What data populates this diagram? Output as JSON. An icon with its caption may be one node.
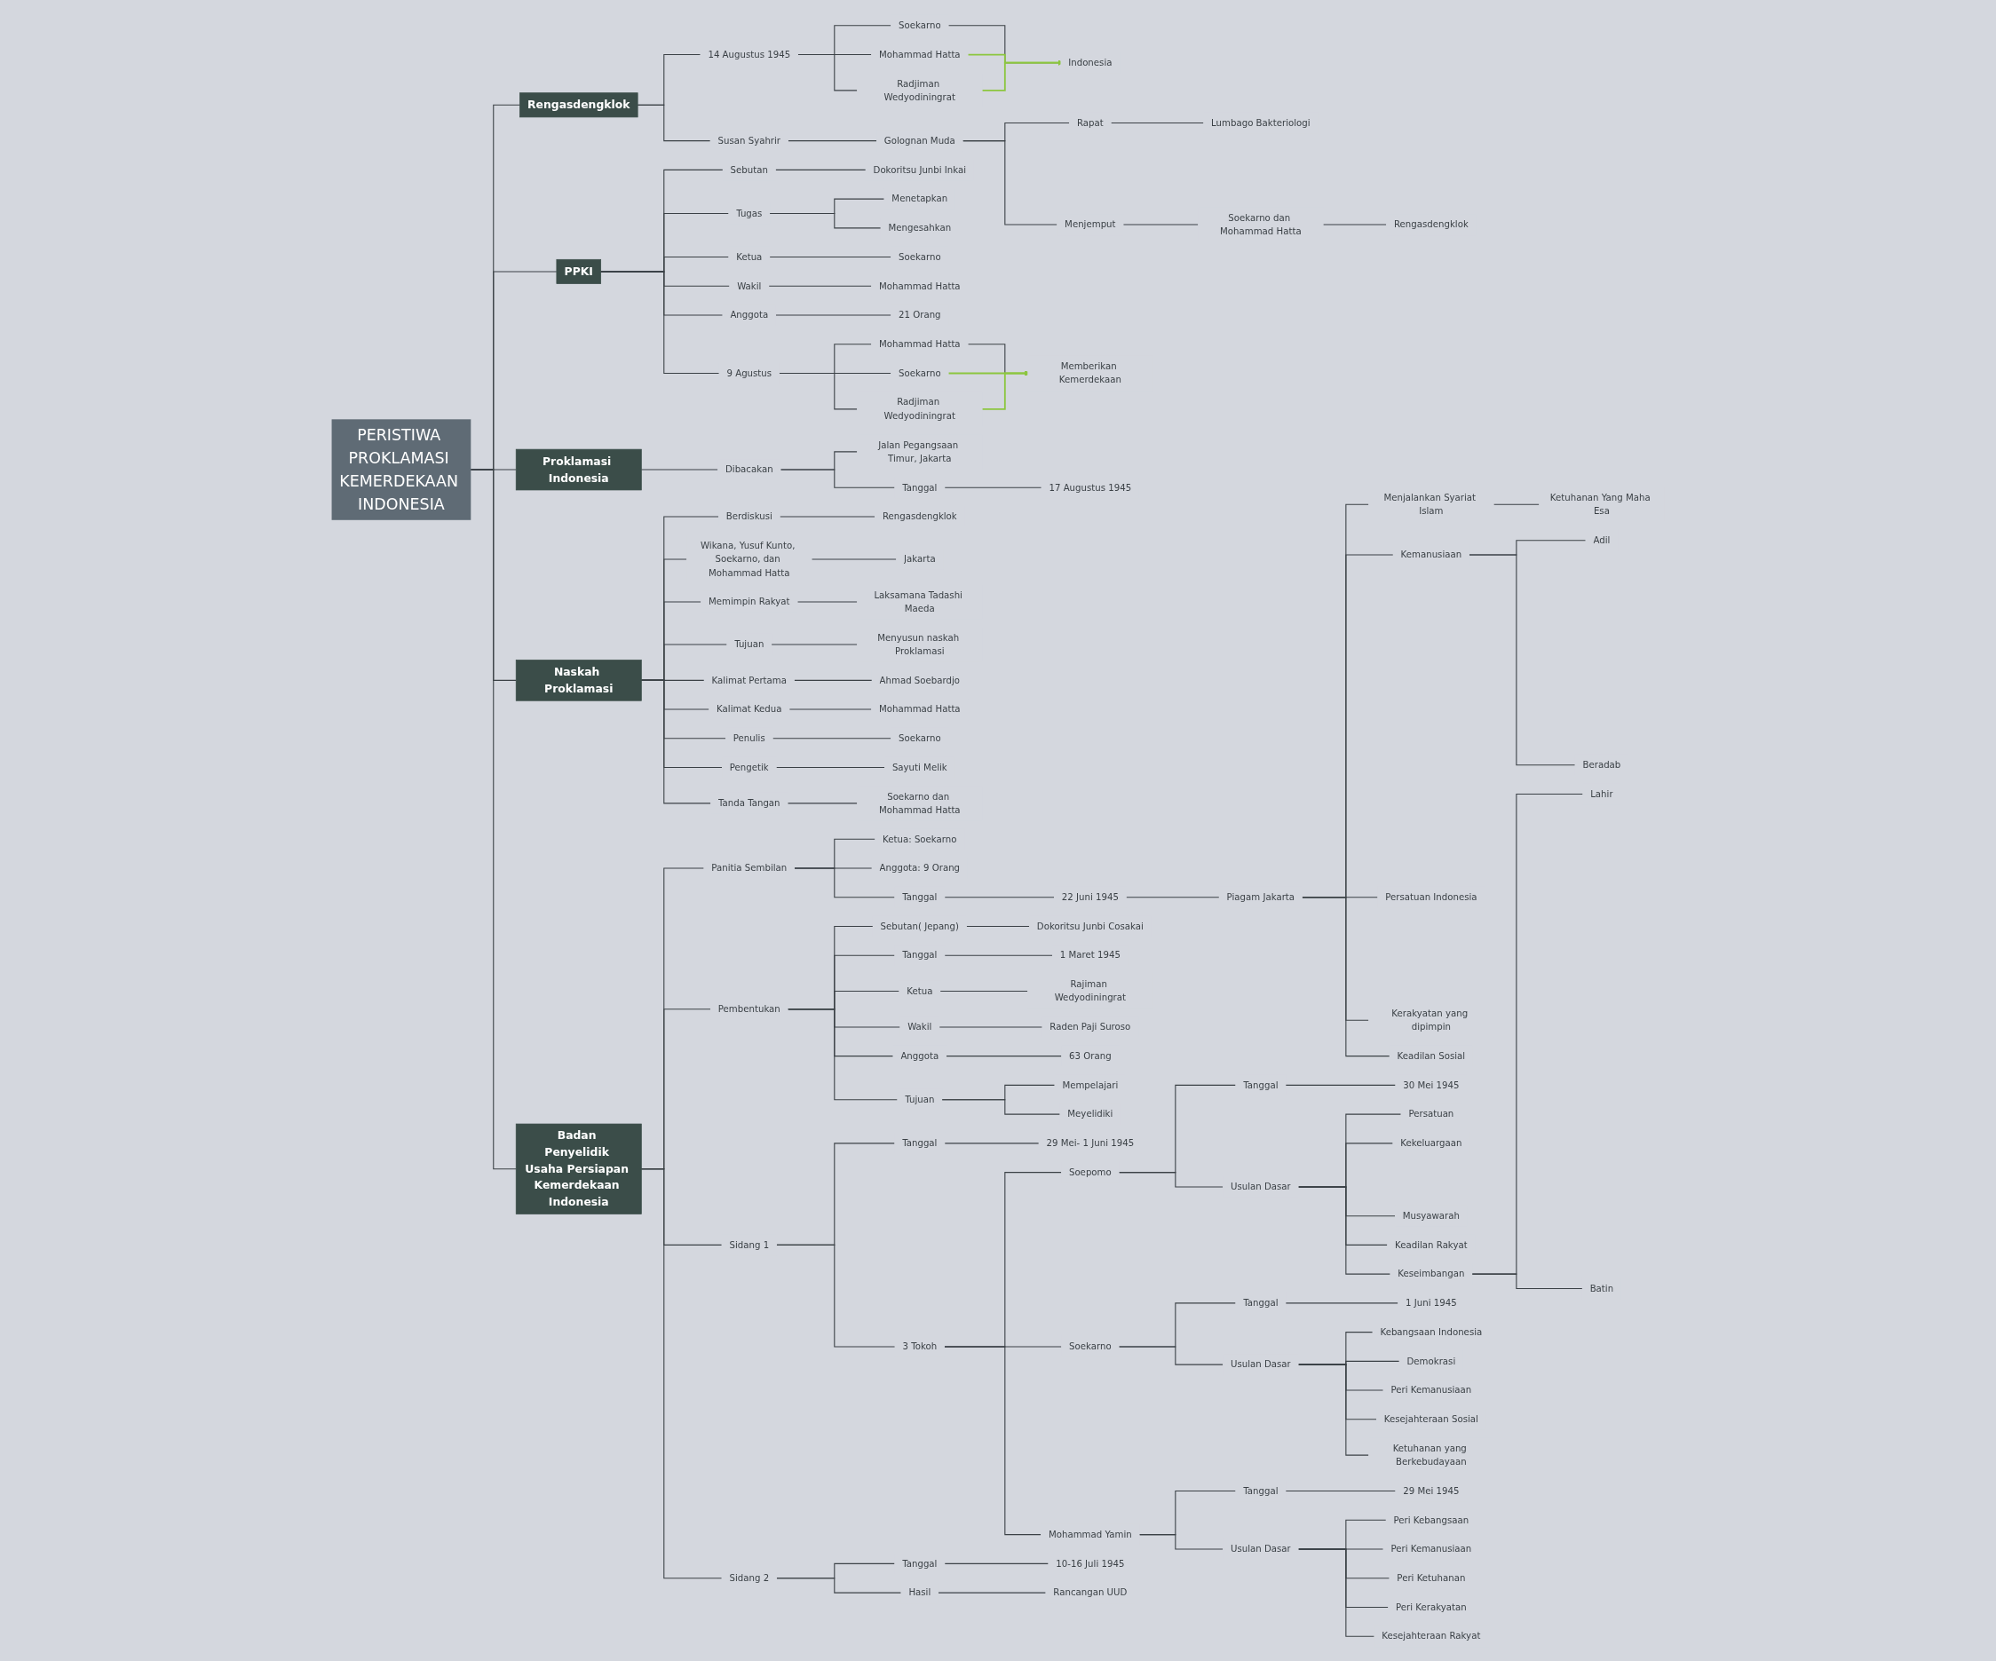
{
  "diagram": {
    "nodes": [
      {
        "text": [
          "PERISTIWA PROKLAMASI KEMERDEKAAN INDONESIA"
        ]
      },
      {
        "text": [
          "Rengasdengklok"
        ]
      },
      {
        "text": [
          "14 Augustus 1945"
        ]
      },
      {
        "text": [
          "Mohammad Hatta"
        ]
      },
      {
        "text": [
          "Soekarno"
        ]
      },
      {
        "text": [
          "Indonesia"
        ]
      },
      {
        "text": [
          "Radjiman Wedyodiningrat"
        ]
      },
      {
        "text": [
          "Susan Syahrir"
        ]
      },
      {
        "text": [
          "Golognan Muda"
        ]
      },
      {
        "text": [
          "Rapat"
        ]
      },
      {
        "text": [
          "Lumbago Bakteriologi"
        ]
      },
      {
        "text": [
          "Menjemput"
        ]
      },
      {
        "text": [
          "Soekarno dan Mohammad Hatta"
        ]
      },
      {
        "text": [
          "Rengasdengklok"
        ]
      },
      {
        "text": [
          "PPKI"
        ]
      },
      {
        "text": [
          "Sebutan"
        ]
      },
      {
        "text": [
          "Dokoritsu Junbi Inkai"
        ]
      },
      {
        "text": [
          "Tugas"
        ]
      },
      {
        "text": [
          "Menetapkan"
        ]
      },
      {
        "text": [
          "Mengesahkan"
        ]
      },
      {
        "text": [
          "Ketua"
        ]
      },
      {
        "text": [
          "Soekarno"
        ]
      },
      {
        "text": [
          "Wakil"
        ]
      },
      {
        "text": [
          "Mohammad Hatta"
        ]
      },
      {
        "text": [
          "Anggota"
        ]
      },
      {
        "text": [
          "21 Orang"
        ]
      },
      {
        "text": [
          "9 Agustus"
        ]
      },
      {
        "text": [
          "Soekarno"
        ]
      },
      {
        "text": [
          "Mohammad Hatta"
        ]
      },
      {
        "text": [
          "Memberikan Kemerdekaan"
        ]
      },
      {
        "text": [
          "Radjiman Wedyodiningrat"
        ]
      },
      {
        "text": [
          "Proklamasi Indonesia"
        ]
      },
      {
        "text": [
          "Dibacakan"
        ]
      },
      {
        "text": [
          "Jalan Pegangsaan Timur, Jakarta"
        ]
      },
      {
        "text": [
          "Tanggal"
        ]
      },
      {
        "text": [
          "17 Augustus 1945"
        ]
      },
      {
        "text": [
          "Naskah Proklamasi"
        ]
      },
      {
        "text": [
          "Berdiskusi"
        ]
      },
      {
        "text": [
          "Rengasdengklok"
        ]
      },
      {
        "text": [
          "Wikana, Yusuf Kunto, Soekarno, dan Mohammad Hatta"
        ]
      },
      {
        "text": [
          "Jakarta"
        ]
      },
      {
        "text": [
          "Memimpin Rakyat"
        ]
      },
      {
        "text": [
          "Laksamana Tadashi Maeda"
        ]
      },
      {
        "text": [
          "Tujuan"
        ]
      },
      {
        "text": [
          "Menyusun naskah Proklamasi"
        ]
      },
      {
        "text": [
          "Kalimat Pertama"
        ]
      },
      {
        "text": [
          "Ahmad Soebardjo"
        ]
      },
      {
        "text": [
          "Kalimat Kedua"
        ]
      },
      {
        "text": [
          "Mohammad Hatta"
        ]
      },
      {
        "text": [
          "Penulis"
        ]
      },
      {
        "text": [
          "Soekarno"
        ]
      },
      {
        "text": [
          "Pengetik"
        ]
      },
      {
        "text": [
          "Sayuti Melik"
        ]
      },
      {
        "text": [
          "Tanda Tangan"
        ]
      },
      {
        "text": [
          "Soekarno dan Mohammad Hatta"
        ]
      },
      {
        "text": [
          "Badan Penyelidik Usaha Persiapan Kemerdekaan Indonesia"
        ]
      },
      {
        "text": [
          "Panitia Sembilan"
        ]
      },
      {
        "text": [
          "Ketua: Soekarno"
        ]
      },
      {
        "text": [
          "Anggota: 9 Orang"
        ]
      },
      {
        "text": [
          "Tanggal"
        ]
      },
      {
        "text": [
          "22 Juni 1945"
        ]
      },
      {
        "text": [
          "Piagam Jakarta"
        ]
      },
      {
        "text": [
          "Menjalankan Syariat Islam"
        ]
      },
      {
        "text": [
          "Ketuhanan Yang Maha Esa"
        ]
      },
      {
        "text": [
          "Kemanusiaan"
        ]
      },
      {
        "text": [
          "Adil"
        ]
      },
      {
        "text": [
          "Beradab"
        ]
      },
      {
        "text": [
          "Persatuan Indonesia"
        ]
      },
      {
        "text": [
          "Kerakyatan yang dipimpin"
        ]
      },
      {
        "text": [
          "Keadilan Sosial"
        ]
      },
      {
        "text": [
          "Pembentukan"
        ]
      },
      {
        "text": [
          "Sebutan( Jepang)"
        ]
      },
      {
        "text": [
          "Dokoritsu Junbi Cosakai"
        ]
      },
      {
        "text": [
          "Tanggal"
        ]
      },
      {
        "text": [
          "1 Maret 1945"
        ]
      },
      {
        "text": [
          "Ketua"
        ]
      },
      {
        "text": [
          "Rajiman Wedyodiningrat"
        ]
      },
      {
        "text": [
          "Wakil"
        ]
      },
      {
        "text": [
          "Raden Paji Suroso"
        ]
      },
      {
        "text": [
          "Anggota"
        ]
      },
      {
        "text": [
          "63 Orang"
        ]
      },
      {
        "text": [
          "Tujuan"
        ]
      },
      {
        "text": [
          "Mempelajari"
        ]
      },
      {
        "text": [
          "Meyelidiki"
        ]
      },
      {
        "text": [
          "Sidang 1"
        ]
      },
      {
        "text": [
          "Tanggal"
        ]
      },
      {
        "text": [
          "29 Mei- 1 Juni 1945"
        ]
      },
      {
        "text": [
          "3 Tokoh"
        ]
      },
      {
        "text": [
          "Soepomo"
        ]
      },
      {
        "text": [
          "Tanggal"
        ]
      },
      {
        "text": [
          "30 Mei 1945"
        ]
      },
      {
        "text": [
          "Usulan Dasar"
        ]
      },
      {
        "text": [
          "Persatuan"
        ]
      },
      {
        "text": [
          "Kekeluargaan"
        ]
      },
      {
        "text": [
          "Musyawarah"
        ]
      },
      {
        "text": [
          "Keadilan Rakyat"
        ]
      },
      {
        "text": [
          "Keseimbangan"
        ]
      },
      {
        "text": [
          "Lahir"
        ]
      },
      {
        "text": [
          "Batin"
        ]
      },
      {
        "text": [
          "Soekarno"
        ]
      },
      {
        "text": [
          "Tanggal"
        ]
      },
      {
        "text": [
          "1 Juni 1945"
        ]
      },
      {
        "text": [
          "Usulan Dasar"
        ]
      },
      {
        "text": [
          "Kebangsaan Indonesia"
        ]
      },
      {
        "text": [
          "Demokrasi"
        ]
      },
      {
        "text": [
          "Peri Kemanusiaan"
        ]
      },
      {
        "text": [
          "Kesejahteraan Sosial"
        ]
      },
      {
        "text": [
          "Ketuhanan yang Berkebudayaan"
        ]
      },
      {
        "text": [
          "Mohammad Yamin"
        ]
      },
      {
        "text": [
          "Tanggal"
        ]
      },
      {
        "text": [
          "29 Mei 1945"
        ]
      },
      {
        "text": [
          "Usulan Dasar"
        ]
      },
      {
        "text": [
          "Peri Kebangsaan"
        ]
      },
      {
        "text": [
          "Peri Kemanusiaan"
        ]
      },
      {
        "text": [
          "Peri Ketuhanan"
        ]
      },
      {
        "text": [
          "Peri Kerakyatan"
        ]
      },
      {
        "text": [
          "Kesejahteraan Rakyat"
        ]
      },
      {
        "text": [
          "Sidang 2"
        ]
      },
      {
        "text": [
          "Tanggal"
        ]
      },
      {
        "text": [
          "10-16 Juli 1945"
        ]
      },
      {
        "text": [
          "Hasil"
        ]
      },
      {
        "text": [
          "Rancangan UUD"
        ]
      }
    ],
    "edges": [
      {
        "from": 0,
        "to": 1,
        "arrow": "none"
      },
      {
        "from": 1,
        "to": 2,
        "arrow": "none"
      },
      {
        "from": 2,
        "to": 3,
        "arrow": "none"
      },
      {
        "from": 2,
        "to": 4,
        "arrow": "none"
      },
      {
        "from": 4,
        "to": 5,
        "arrow": "none"
      },
      {
        "from": 2,
        "to": 6,
        "arrow": "none"
      },
      {
        "from": 1,
        "to": 7,
        "arrow": "none"
      },
      {
        "from": 7,
        "to": 8,
        "arrow": "none"
      },
      {
        "from": 8,
        "to": 9,
        "arrow": "none"
      },
      {
        "from": 9,
        "to": 10,
        "arrow": "none"
      },
      {
        "from": 8,
        "to": 11,
        "arrow": "none"
      },
      {
        "from": 11,
        "to": 12,
        "arrow": "none"
      },
      {
        "from": 12,
        "to": 13,
        "arrow": "none"
      },
      {
        "from": 0,
        "to": 14,
        "arrow": "none"
      },
      {
        "from": 14,
        "to": 15,
        "arrow": "none"
      },
      {
        "from": 15,
        "to": 16,
        "arrow": "none"
      },
      {
        "from": 14,
        "to": 17,
        "arrow": "none"
      },
      {
        "from": 17,
        "to": 18,
        "arrow": "none"
      },
      {
        "from": 17,
        "to": 19,
        "arrow": "none"
      },
      {
        "from": 14,
        "to": 20,
        "arrow": "none"
      },
      {
        "from": 20,
        "to": 21,
        "arrow": "none"
      },
      {
        "from": 14,
        "to": 22,
        "arrow": "none"
      },
      {
        "from": 22,
        "to": 23,
        "arrow": "none"
      },
      {
        "from": 14,
        "to": 24,
        "arrow": "none"
      },
      {
        "from": 24,
        "to": 25,
        "arrow": "none"
      },
      {
        "from": 14,
        "to": 26,
        "arrow": "none"
      },
      {
        "from": 26,
        "to": 27,
        "arrow": "none"
      },
      {
        "from": 26,
        "to": 28,
        "arrow": "none"
      },
      {
        "from": 28,
        "to": 29,
        "arrow": "none"
      },
      {
        "from": 26,
        "to": 30,
        "arrow": "none"
      },
      {
        "from": 0,
        "to": 31,
        "arrow": "none"
      },
      {
        "from": 31,
        "to": 32,
        "arrow": "none"
      },
      {
        "from": 32,
        "to": 33,
        "arrow": "none"
      },
      {
        "from": 32,
        "to": 34,
        "arrow": "none"
      },
      {
        "from": 34,
        "to": 35,
        "arrow": "none"
      },
      {
        "from": 0,
        "to": 36,
        "arrow": "none"
      },
      {
        "from": 36,
        "to": 37,
        "arrow": "none"
      },
      {
        "from": 37,
        "to": 38,
        "arrow": "none"
      },
      {
        "from": 36,
        "to": 39,
        "arrow": "none"
      },
      {
        "from": 39,
        "to": 40,
        "arrow": "none"
      },
      {
        "from": 36,
        "to": 41,
        "arrow": "none"
      },
      {
        "from": 41,
        "to": 42,
        "arrow": "none"
      },
      {
        "from": 36,
        "to": 43,
        "arrow": "none"
      },
      {
        "from": 43,
        "to": 44,
        "arrow": "none"
      },
      {
        "from": 36,
        "to": 45,
        "arrow": "none"
      },
      {
        "from": 45,
        "to": 46,
        "arrow": "none"
      },
      {
        "from": 36,
        "to": 47,
        "arrow": "none"
      },
      {
        "from": 47,
        "to": 48,
        "arrow": "none"
      },
      {
        "from": 36,
        "to": 49,
        "arrow": "none"
      },
      {
        "from": 49,
        "to": 50,
        "arrow": "none"
      },
      {
        "from": 36,
        "to": 51,
        "arrow": "none"
      },
      {
        "from": 51,
        "to": 52,
        "arrow": "none"
      },
      {
        "from": 36,
        "to": 53,
        "arrow": "none"
      },
      {
        "from": 53,
        "to": 54,
        "arrow": "none"
      },
      {
        "from": 0,
        "to": 55,
        "arrow": "none"
      },
      {
        "from": 55,
        "to": 56,
        "arrow": "none"
      },
      {
        "from": 56,
        "to": 57,
        "arrow": "none"
      },
      {
        "from": 56,
        "to": 58,
        "arrow": "none"
      },
      {
        "from": 56,
        "to": 59,
        "arrow": "none"
      },
      {
        "from": 59,
        "to": 60,
        "arrow": "none"
      },
      {
        "from": 60,
        "to": 61,
        "arrow": "none"
      },
      {
        "from": 61,
        "to": 62,
        "arrow": "none"
      },
      {
        "from": 62,
        "to": 63,
        "arrow": "none"
      },
      {
        "from": 61,
        "to": 64,
        "arrow": "none"
      },
      {
        "from": 64,
        "to": 65,
        "arrow": "none"
      },
      {
        "from": 64,
        "to": 66,
        "arrow": "none"
      },
      {
        "from": 61,
        "to": 67,
        "arrow": "none"
      },
      {
        "from": 61,
        "to": 68,
        "arrow": "none"
      },
      {
        "from": 61,
        "to": 69,
        "arrow": "none"
      },
      {
        "from": 55,
        "to": 70,
        "arrow": "none"
      },
      {
        "from": 70,
        "to": 71,
        "arrow": "none"
      },
      {
        "from": 71,
        "to": 72,
        "arrow": "none"
      },
      {
        "from": 70,
        "to": 73,
        "arrow": "none"
      },
      {
        "from": 73,
        "to": 74,
        "arrow": "none"
      },
      {
        "from": 70,
        "to": 75,
        "arrow": "none"
      },
      {
        "from": 75,
        "to": 76,
        "arrow": "none"
      },
      {
        "from": 70,
        "to": 77,
        "arrow": "none"
      },
      {
        "from": 77,
        "to": 78,
        "arrow": "none"
      },
      {
        "from": 70,
        "to": 79,
        "arrow": "none"
      },
      {
        "from": 79,
        "to": 80,
        "arrow": "none"
      },
      {
        "from": 70,
        "to": 81,
        "arrow": "none"
      },
      {
        "from": 81,
        "to": 82,
        "arrow": "none"
      },
      {
        "from": 81,
        "to": 83,
        "arrow": "none"
      },
      {
        "from": 55,
        "to": 84,
        "arrow": "none"
      },
      {
        "from": 84,
        "to": 85,
        "arrow": "none"
      },
      {
        "from": 85,
        "to": 86,
        "arrow": "none"
      },
      {
        "from": 84,
        "to": 87,
        "arrow": "none"
      },
      {
        "from": 87,
        "to": 88,
        "arrow": "none"
      },
      {
        "from": 88,
        "to": 89,
        "arrow": "none"
      },
      {
        "from": 89,
        "to": 90,
        "arrow": "none"
      },
      {
        "from": 88,
        "to": 91,
        "arrow": "none"
      },
      {
        "from": 91,
        "to": 92,
        "arrow": "none"
      },
      {
        "from": 91,
        "to": 93,
        "arrow": "none"
      },
      {
        "from": 91,
        "to": 94,
        "arrow": "none"
      },
      {
        "from": 91,
        "to": 95,
        "arrow": "none"
      },
      {
        "from": 91,
        "to": 96,
        "arrow": "none"
      },
      {
        "from": 96,
        "to": 97,
        "arrow": "none"
      },
      {
        "from": 96,
        "to": 98,
        "arrow": "none"
      },
      {
        "from": 87,
        "to": 99,
        "arrow": "none"
      },
      {
        "from": 99,
        "to": 100,
        "arrow": "none"
      },
      {
        "from": 100,
        "to": 101,
        "arrow": "none"
      },
      {
        "from": 99,
        "to": 102,
        "arrow": "none"
      },
      {
        "from": 102,
        "to": 103,
        "arrow": "none"
      },
      {
        "from": 102,
        "to": 104,
        "arrow": "none"
      },
      {
        "from": 102,
        "to": 105,
        "arrow": "none"
      },
      {
        "from": 102,
        "to": 106,
        "arrow": "none"
      },
      {
        "from": 102,
        "to": 107,
        "arrow": "none"
      },
      {
        "from": 87,
        "to": 108,
        "arrow": "none"
      },
      {
        "from": 108,
        "to": 109,
        "arrow": "none"
      },
      {
        "from": 109,
        "to": 110,
        "arrow": "none"
      },
      {
        "from": 108,
        "to": 111,
        "arrow": "none"
      },
      {
        "from": 111,
        "to": 112,
        "arrow": "none"
      },
      {
        "from": 111,
        "to": 113,
        "arrow": "none"
      },
      {
        "from": 111,
        "to": 114,
        "arrow": "none"
      },
      {
        "from": 111,
        "to": 115,
        "arrow": "none"
      },
      {
        "from": 111,
        "to": 116,
        "arrow": "none"
      },
      {
        "from": 55,
        "to": 117,
        "arrow": "none"
      },
      {
        "from": 117,
        "to": 118,
        "arrow": "none"
      },
      {
        "from": 118,
        "to": 119,
        "arrow": "none"
      },
      {
        "from": 117,
        "to": 120,
        "arrow": "none"
      },
      {
        "from": 120,
        "to": 121,
        "arrow": "none"
      },
      {
        "from": 3,
        "to": 5,
        "arrow": "to",
        "color": "#8cc63f"
      },
      {
        "from": 6,
        "to": 5,
        "arrow": "to",
        "color": "#8cc63f"
      },
      {
        "from": 27,
        "to": 29,
        "arrow": "to",
        "color": "#8cc63f"
      },
      {
        "from": 30,
        "to": 29,
        "arrow": "to",
        "color": "#8cc63f"
      }
    ]
  }
}
